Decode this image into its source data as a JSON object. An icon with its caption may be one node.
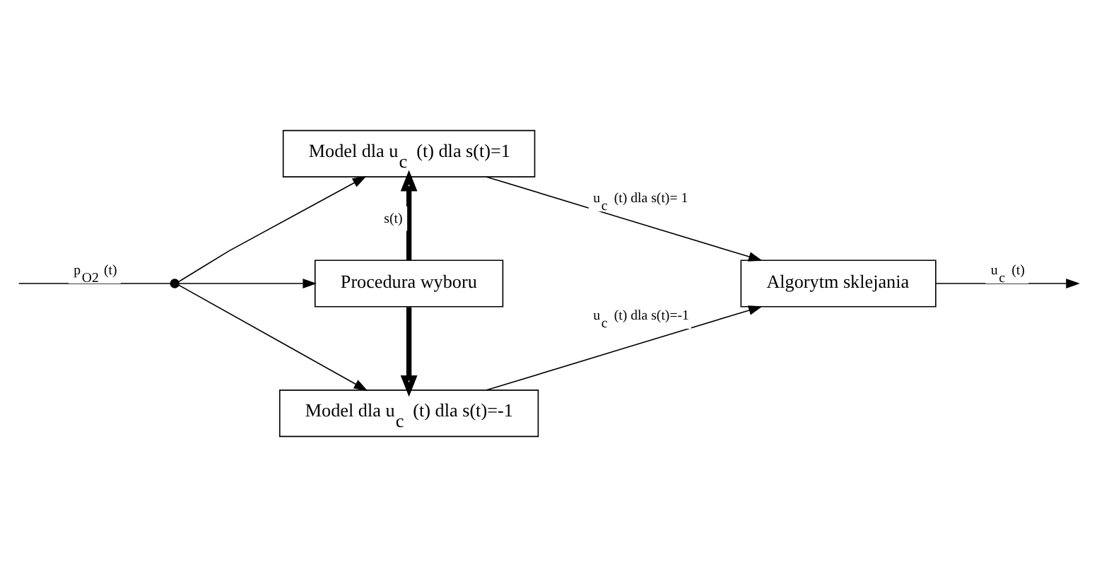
{
  "diagram": {
    "nodes": [
      {
        "text": [],
        "shape": "circle"
      },
      {
        "text": [
          "Model dla u$_{c}$ (t) dla s(t)=1"
        ]
      },
      {
        "text": [
          "Procedura wyboru"
        ]
      },
      {
        "text": [
          "Algorytm sklejania"
        ]
      },
      {
        "text": [
          "Model dla u$_{c}$ (t) dla s(t)=-1"
        ]
      }
    ],
    "edges": [
      {
        "from": null,
        "to": 0,
        "arrow": "none",
        "label": "p$_{O2}$ (t)"
      },
      {
        "from": 0,
        "to": 1,
        "arrow": "to"
      },
      {
        "from": 0,
        "to": 2,
        "arrow": "to"
      },
      {
        "from": 0,
        "to": 4,
        "arrow": "to"
      },
      {
        "from": 2,
        "to": 1,
        "arrow": "to",
        "style": "thick",
        "label": "s(t)"
      },
      {
        "from": 2,
        "to": 4,
        "arrow": "to",
        "style": "thick"
      },
      {
        "from": 1,
        "to": 3,
        "arrow": "to",
        "label": "u$_{c}$ (t) dla s(t)= 1"
      },
      {
        "from": 4,
        "to": 3,
        "arrow": "to",
        "label": "u$_{c}$ (t) dla s(t)=-1"
      },
      {
        "from": 3,
        "to": null,
        "arrow": "to",
        "label": "u$_{c}$ (t)"
      }
    ]
  }
}
